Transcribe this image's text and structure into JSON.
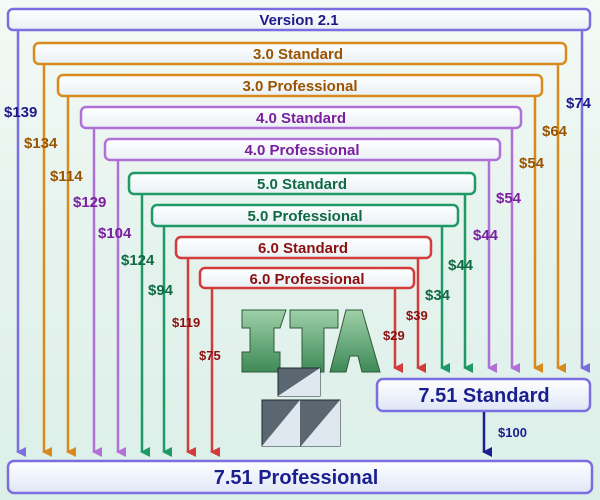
{
  "versions": [
    {
      "label": "Version 2.1",
      "color": "#7b6fe0",
      "text": "#1f1a8a",
      "price": "$139"
    },
    {
      "label": "3.0 Standard",
      "color": "#d98a1c",
      "text": "#9a5300",
      "price": "$134"
    },
    {
      "label": "3.0 Professional",
      "color": "#d98a1c",
      "text": "#9a5300",
      "price": "$114"
    },
    {
      "label": "4.0 Standard",
      "color": "#b070d8",
      "text": "#7a1f9e",
      "price": "$129"
    },
    {
      "label": "4.0 Professional",
      "color": "#b070d8",
      "text": "#7a1f9e",
      "price": "$104"
    },
    {
      "label": "5.0 Standard",
      "color": "#1f9a66",
      "text": "#0f6a44",
      "price": "$124"
    },
    {
      "label": "5.0 Professional",
      "color": "#1f9a66",
      "text": "#0f6a44",
      "price": "$94"
    },
    {
      "label": "6.0 Standard",
      "color": "#d43c3c",
      "text": "#8c1010",
      "price": "$119"
    },
    {
      "label": "6.0 Professional",
      "color": "#d43c3c",
      "text": "#8c1010",
      "price": "$75"
    }
  ],
  "to_standard_prices": {
    "v21": "$74",
    "v30s": "$64",
    "v30p": "$54",
    "v40s": "$54",
    "v40p": "$44",
    "v50s": "$44",
    "v50p": "$34",
    "v60s": "$39",
    "v60p": "$29"
  },
  "standard_box": {
    "label": "7.51  Standard"
  },
  "professional_box": {
    "label": "7.51  Professional"
  },
  "upgrade_price": "$100",
  "colors": {
    "blue": "#7b6fe0",
    "orange": "#d98a1c",
    "purple": "#b070d8",
    "green": "#1f9a66",
    "red": "#d43c3c",
    "navy": "#1a1f8f"
  }
}
